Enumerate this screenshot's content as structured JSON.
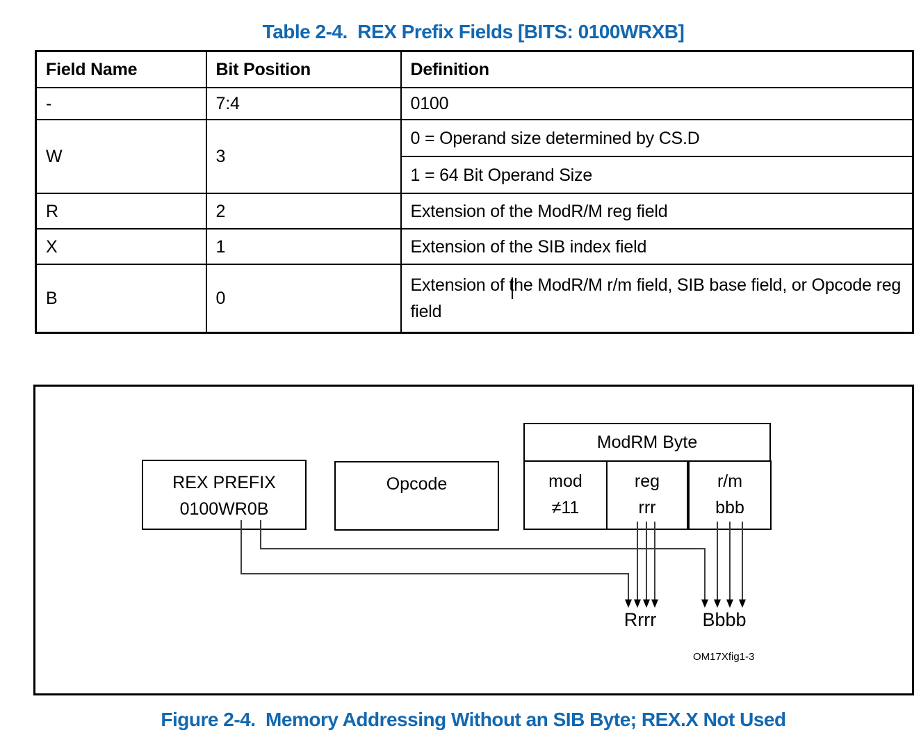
{
  "colors": {
    "accent_blue": "#1268b1",
    "connector_gray": "#3d3d3d"
  },
  "table": {
    "title": "Table 2-4.  REX Prefix Fields [BITS: 0100WRXB]",
    "headers": [
      "Field Name",
      "Bit Position",
      "Definition"
    ],
    "rows": [
      {
        "field": "-",
        "bit": "7:4",
        "definition": "0100"
      },
      {
        "field": "W",
        "bit": "3",
        "definitions": [
          "0 = Operand size determined by CS.D",
          "1 = 64 Bit Operand Size"
        ]
      },
      {
        "field": "R",
        "bit": "2",
        "definition": "Extension of the ModR/M reg field"
      },
      {
        "field": "X",
        "bit": "1",
        "definition": "Extension of the SIB index field"
      },
      {
        "field": "B",
        "bit": "0",
        "definition": "Extension of the ModR/M r/m field, SIB base field, or Opcode reg field"
      }
    ]
  },
  "figure": {
    "caption": "Figure 2-4.  Memory Addressing Without an SIB Byte; REX.X Not Used",
    "watermark": "OM17Xfig1-3",
    "rex_box": {
      "line1": "REX PREFIX",
      "line2": "0100WR0B"
    },
    "opcode_box": {
      "label": "Opcode"
    },
    "modrm": {
      "title": "ModRM Byte",
      "cells": [
        {
          "line1": "mod",
          "line2": "≠11"
        },
        {
          "line1": "reg",
          "line2": "rrr"
        },
        {
          "line1": "r/m",
          "line2": "bbb"
        }
      ]
    },
    "arrow_labels": {
      "reg_group": "Rrrr",
      "rm_group": "Bbbb"
    }
  }
}
